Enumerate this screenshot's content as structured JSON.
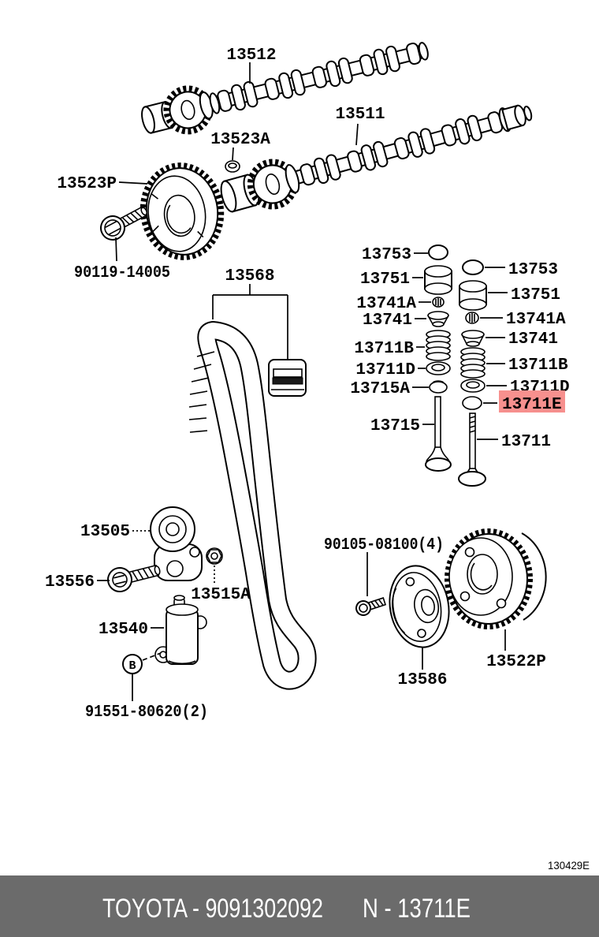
{
  "doc_code": "130429E",
  "footer": {
    "brand_part": "TOYOTA - 9091302092",
    "ref": "N - 13711E"
  },
  "colors": {
    "highlight_bg": "#f7908e",
    "highlight_text": "#8b1210",
    "footer_bg": "#6b6b6b",
    "footer_text": "#ffffff"
  },
  "labels": {
    "p13512": "13512",
    "p13511": "13511",
    "p13523a": "13523A",
    "p13523p": "13523P",
    "p90119": "90119-14005",
    "p13568": "13568",
    "p13753": "13753",
    "p13751": "13751",
    "p13741a": "13741A",
    "p13741": "13741",
    "p13711b": "13711B",
    "p13711d": "13711D",
    "p13715a": "13715A",
    "p13711e": "13711E",
    "p13715": "13715",
    "p13711": "13711",
    "p13505": "13505",
    "p13556": "13556",
    "p13515a": "13515A",
    "p13540": "13540",
    "p91551": "91551-80620(2)",
    "p90105": "90105-08100(4)",
    "p13586": "13586",
    "p13522p": "13522P",
    "bolt_b_marker": "B"
  }
}
